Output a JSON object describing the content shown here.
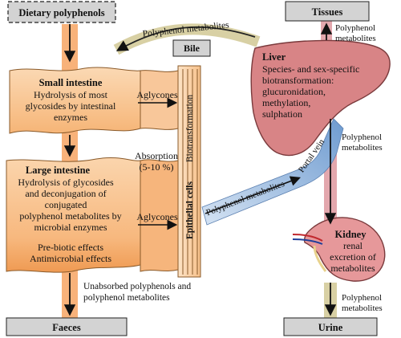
{
  "boxes": {
    "dietary": "Dietary polyphenols",
    "tissues": "Tissues",
    "faeces": "Faeces",
    "urine": "Urine",
    "bile": "Bile"
  },
  "small_intestine": {
    "title": "Small intestine",
    "lines": [
      "Hydrolysis of most",
      "glycosides by intestinal",
      "enzymes"
    ]
  },
  "large_intestine": {
    "title": "Large intestine",
    "lines": [
      "Hydrolysis of glycosides",
      "and deconjugation of",
      "conjugated",
      "polyphenol metabolites by",
      "microbial enzymes"
    ],
    "effects": [
      "Pre-biotic effects",
      "Antimicrobial effects"
    ]
  },
  "epithelium": {
    "aglycones_top": "Aglycones",
    "aglycones_bottom": "Aglycones",
    "absorption": "Absorption",
    "absorption_pct": "(5-10 %)",
    "cells_label": "Epithelial cells",
    "biotransformation": "Biotransformation"
  },
  "liver": {
    "title": "Liver",
    "lines": [
      "Species- and sex-specific",
      "biotransformation:",
      "glucuronidation,",
      "methylation,",
      "sulphation"
    ]
  },
  "kidney": {
    "title": "Kidney",
    "lines": [
      "renal",
      "excretion of",
      "metabolites"
    ]
  },
  "arrows": {
    "bile_flow": "Polyphenol metabolites",
    "portal_flow": "Polyphenol metabolites",
    "portal_vein": "Portal vein",
    "tissues_flow": [
      "Polyphenol",
      "metabolites"
    ],
    "liver_kidney_flow": [
      "Polyphenol",
      "metabolites"
    ],
    "urine_flow": [
      "Polyphenol",
      "metabolites"
    ],
    "unabsorbed": [
      "Unabsorbed polyphenols and",
      "polyphenol metabolites"
    ]
  },
  "colors": {
    "intestine_fill": "#f6c592",
    "intestine_dark": "#f0a25e",
    "column_band": "#f8b27a",
    "organ_fill": "#d88486",
    "organ_stroke": "#7a3a3c",
    "kidney_fill": "#e6989a",
    "pink_band": "#e3a7ad",
    "tan_band": "#d8d0a4",
    "portal_blue": "#7fa7d4",
    "box_gray": "#d3d3d3"
  }
}
